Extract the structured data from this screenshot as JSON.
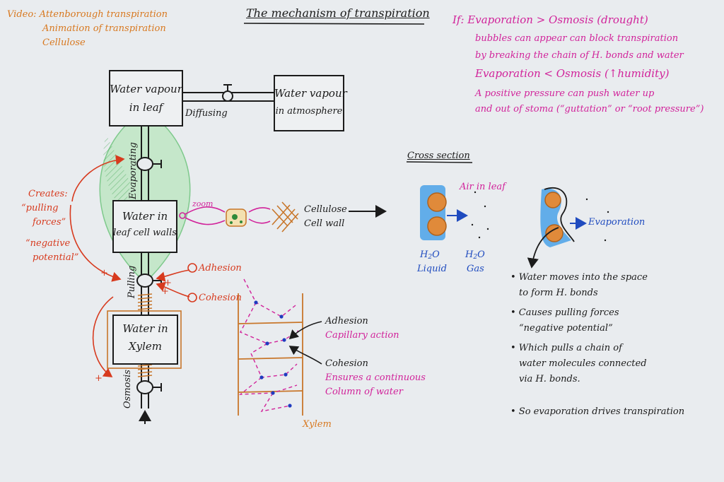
{
  "title": "The mechanism of transpiration",
  "video_notes": [
    "Video: Attenborough transpiration",
    "Animation of transpiration",
    "Cellulose"
  ],
  "boxes": {
    "vapour_leaf": [
      "Water vapour",
      "in leaf"
    ],
    "vapour_atmosphere": [
      "Water vapour",
      "in atmosphere"
    ],
    "leaf_cell_walls": [
      "Water in",
      "leaf cell walls"
    ],
    "xylem": [
      "Water in",
      "Xylem"
    ]
  },
  "labels": {
    "diffusing": "Diffusing",
    "evaporating": "Evaporating",
    "pulling": "Pulling",
    "osmosis": "Osmosis",
    "adhesion": "Adhesion",
    "cohesion": "Cohesion",
    "zoom": "zoom",
    "cellulose": [
      "Cellulose",
      "Cell wall"
    ],
    "creates": [
      "Creates:",
      "“pulling",
      "forces”",
      "“negative",
      "potential”"
    ],
    "plus": "+"
  },
  "xylem_notes": {
    "adhesion": "Adhesion",
    "capillary": "Capillary action",
    "cohesion": "Cohesion",
    "ensures": [
      "Ensures a continuous",
      "Column of water"
    ],
    "xylem": "Xylem"
  },
  "conditions": [
    "If: Evaporation > Osmosis (drought)",
    "bubbles can appear can block transpiration",
    "by breaking the chain of H. bonds and water",
    "Evaporation < Osmosis (↑humidity)",
    "A positive pressure can push water up",
    "and out of stoma (“guttation” or “root pressure”)"
  ],
  "cross_section": {
    "title": "Cross section",
    "air_in_leaf": "Air in leaf",
    "h2o_liquid": [
      "H",
      "2",
      "O",
      "Liquid"
    ],
    "h2o_gas": [
      "H",
      "2",
      "O",
      "Gas"
    ],
    "evaporation": "Evaporation"
  },
  "bullets": [
    "• Water moves into the space",
    "to form H. bonds",
    "• Causes pulling forces",
    "“negative potential”",
    "• Which pulls a chain of",
    "water molecules connected",
    "via H. bonds.",
    "• So evaporation drives transpiration"
  ],
  "colors": {
    "paper": "#e9ecef",
    "ink": "#1b1b1b",
    "orange": "#d8781f",
    "red": "#d73a1e",
    "magenta": "#d1229a",
    "blue": "#1f4bbf",
    "leaf_green": "#8fd39a"
  }
}
